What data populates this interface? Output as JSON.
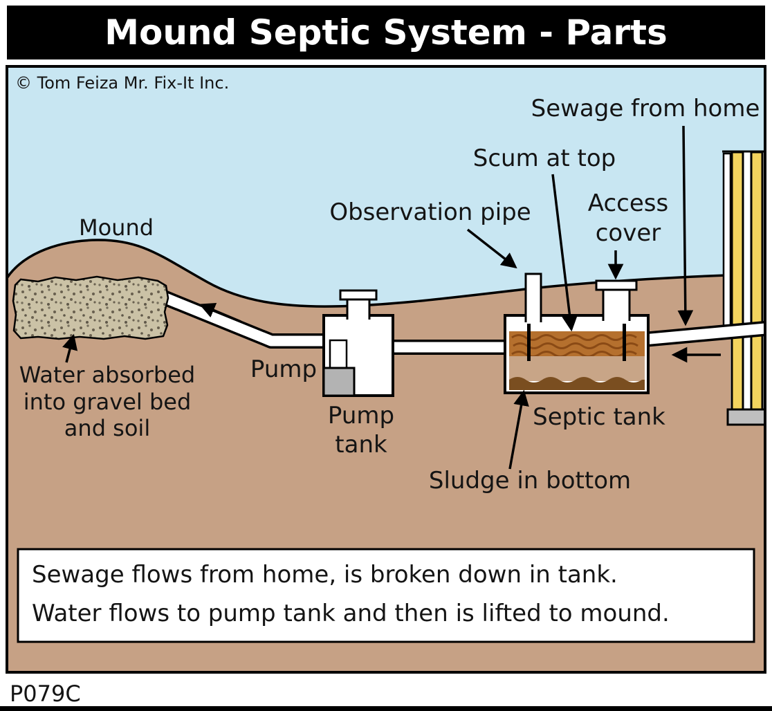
{
  "title": "Mound Septic System - Parts",
  "copyright": "© Tom Feiza Mr. Fix-It Inc.",
  "code": "P079C",
  "labels": {
    "mound": "Mound",
    "sewage_from_home": "Sewage from home",
    "scum_at_top": "Scum at top",
    "observation_pipe": "Observation pipe",
    "access_cover": [
      "Access",
      "cover"
    ],
    "pump": "Pump",
    "pump_tank": [
      "Pump",
      "tank"
    ],
    "septic_tank": "Septic tank",
    "water_absorbed": [
      "Water absorbed",
      "into gravel bed",
      "and soil"
    ],
    "sludge_in_bottom": "Sludge in bottom"
  },
  "caption": [
    "Sewage flows from home, is broken down in tank.",
    "Water flows to pump tank and then is lifted to mound."
  ],
  "colors": {
    "sky": "#c8e6f2",
    "ground": "#c6a185",
    "gravel": "#cbc2a6",
    "scum": "#b5702e",
    "tank_liquid": "#c8a587",
    "sludge": "#7a4e20",
    "framing_yellow": "#f3d45e",
    "footing_gray": "#bfbfbf",
    "pump_gray": "#b3b3b3"
  }
}
